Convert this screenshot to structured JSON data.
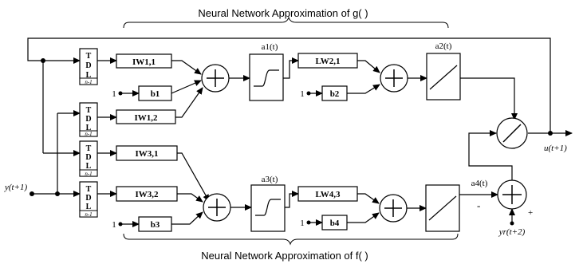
{
  "titles": {
    "top": "Neural Network Approximation of g( )",
    "bottom": "Neural Network Approximation of f( )"
  },
  "signals": {
    "input": "y(t+1)",
    "output": "u(t+1)",
    "reference": "yr(t+2)",
    "a1": "a1(t)",
    "a2": "a2(t)",
    "a3": "a3(t)",
    "a4": "a4(t)"
  },
  "tdl": {
    "lines": [
      "T",
      "D",
      "L"
    ],
    "delay": "n-1"
  },
  "weights": {
    "iw11": "IW1,1",
    "iw12": "IW1,2",
    "iw31": "IW3,1",
    "iw32": "IW3,2",
    "lw21": "LW2,1",
    "lw43": "LW4,3"
  },
  "biases": {
    "b1": "b1",
    "b2": "b2",
    "b3": "b3",
    "b4": "b4",
    "one": "1"
  },
  "signs": {
    "minus": "-",
    "plus": "+"
  }
}
